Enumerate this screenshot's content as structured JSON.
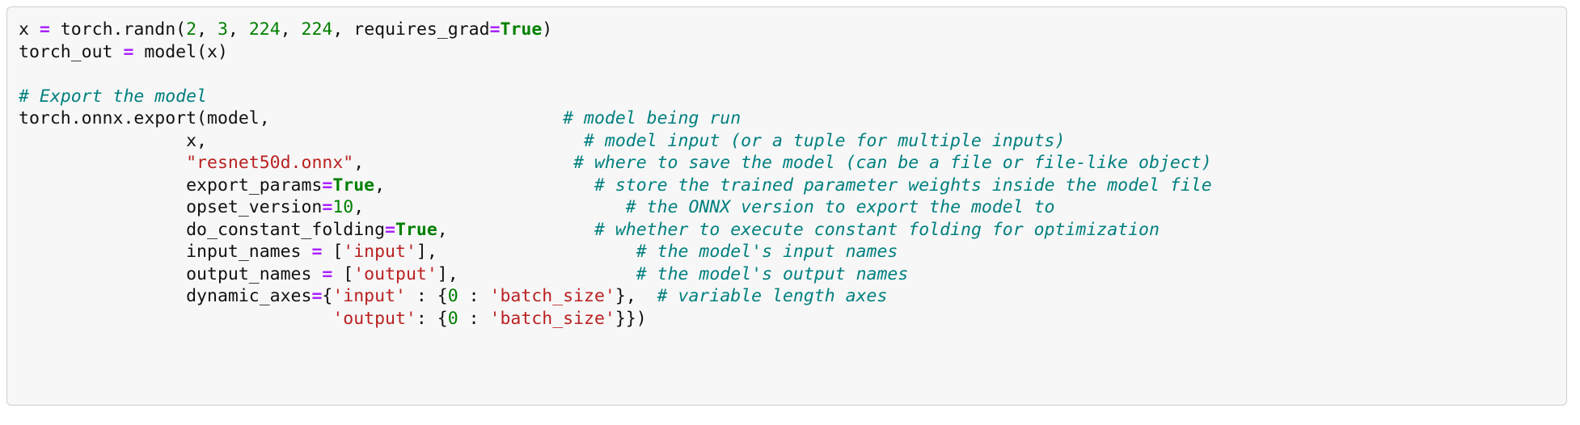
{
  "code_block": {
    "language": "python",
    "background_color": "#F7F7F7",
    "border_color": "#CFCFCF",
    "colors": {
      "text": "#111111",
      "operator": "#AA22FF",
      "number": "#008000",
      "keyword_constant": "#008000",
      "string": "#BA2121",
      "comment": "#007F7F"
    },
    "lines": [
      {
        "id": "line-1",
        "tokens": [
          {
            "t": "x ",
            "k": "n"
          },
          {
            "t": "=",
            "k": "o"
          },
          {
            "t": " torch.randn(",
            "k": "n"
          },
          {
            "t": "2",
            "k": "mi"
          },
          {
            "t": ", ",
            "k": "p"
          },
          {
            "t": "3",
            "k": "mi"
          },
          {
            "t": ", ",
            "k": "p"
          },
          {
            "t": "224",
            "k": "mi"
          },
          {
            "t": ", ",
            "k": "p"
          },
          {
            "t": "224",
            "k": "mi"
          },
          {
            "t": ", requires_grad",
            "k": "n"
          },
          {
            "t": "=",
            "k": "o"
          },
          {
            "t": "True",
            "k": "kc"
          },
          {
            "t": ")",
            "k": "p"
          }
        ]
      },
      {
        "id": "line-2",
        "tokens": [
          {
            "t": "torch_out ",
            "k": "n"
          },
          {
            "t": "=",
            "k": "o"
          },
          {
            "t": " model(x)",
            "k": "n"
          }
        ]
      },
      {
        "id": "line-3",
        "tokens": []
      },
      {
        "id": "line-4",
        "tokens": [
          {
            "t": "# Export the model",
            "k": "c"
          }
        ]
      },
      {
        "id": "line-5",
        "tokens": [
          {
            "t": "torch.onnx.export(model,",
            "k": "n"
          },
          {
            "t": "                            ",
            "k": "n"
          },
          {
            "t": "# model being run",
            "k": "c"
          }
        ]
      },
      {
        "id": "line-6",
        "tokens": [
          {
            "t": "                x,",
            "k": "n"
          },
          {
            "t": "                                    ",
            "k": "n"
          },
          {
            "t": "# model input (or a tuple for multiple inputs)",
            "k": "c"
          }
        ]
      },
      {
        "id": "line-7",
        "tokens": [
          {
            "t": "                ",
            "k": "n"
          },
          {
            "t": "\"resnet50d.onnx\"",
            "k": "s"
          },
          {
            "t": ",",
            "k": "p"
          },
          {
            "t": "                    ",
            "k": "n"
          },
          {
            "t": "# where to save the model (can be a file or file-like object)",
            "k": "c"
          }
        ]
      },
      {
        "id": "line-8",
        "tokens": [
          {
            "t": "                export_params",
            "k": "n"
          },
          {
            "t": "=",
            "k": "o"
          },
          {
            "t": "True",
            "k": "kc"
          },
          {
            "t": ",",
            "k": "p"
          },
          {
            "t": "                    ",
            "k": "n"
          },
          {
            "t": "# store the trained parameter weights inside the model file",
            "k": "c"
          }
        ]
      },
      {
        "id": "line-9",
        "tokens": [
          {
            "t": "                opset_version",
            "k": "n"
          },
          {
            "t": "=",
            "k": "o"
          },
          {
            "t": "10",
            "k": "mi"
          },
          {
            "t": ",",
            "k": "p"
          },
          {
            "t": "                         ",
            "k": "n"
          },
          {
            "t": "# the ONNX version to export the model to",
            "k": "c"
          }
        ]
      },
      {
        "id": "line-10",
        "tokens": [
          {
            "t": "                do_constant_folding",
            "k": "n"
          },
          {
            "t": "=",
            "k": "o"
          },
          {
            "t": "True",
            "k": "kc"
          },
          {
            "t": ",",
            "k": "p"
          },
          {
            "t": "              ",
            "k": "n"
          },
          {
            "t": "# whether to execute constant folding for optimization",
            "k": "c"
          }
        ]
      },
      {
        "id": "line-11",
        "tokens": [
          {
            "t": "                input_names ",
            "k": "n"
          },
          {
            "t": "=",
            "k": "o"
          },
          {
            "t": " [",
            "k": "p"
          },
          {
            "t": "'input'",
            "k": "s"
          },
          {
            "t": "],",
            "k": "p"
          },
          {
            "t": "                   ",
            "k": "n"
          },
          {
            "t": "# the model's input names",
            "k": "c"
          }
        ]
      },
      {
        "id": "line-12",
        "tokens": [
          {
            "t": "                output_names ",
            "k": "n"
          },
          {
            "t": "=",
            "k": "o"
          },
          {
            "t": " [",
            "k": "p"
          },
          {
            "t": "'output'",
            "k": "s"
          },
          {
            "t": "],",
            "k": "p"
          },
          {
            "t": "                 ",
            "k": "n"
          },
          {
            "t": "# the model's output names",
            "k": "c"
          }
        ]
      },
      {
        "id": "line-13",
        "tokens": [
          {
            "t": "                dynamic_axes",
            "k": "n"
          },
          {
            "t": "=",
            "k": "o"
          },
          {
            "t": "{",
            "k": "p"
          },
          {
            "t": "'input'",
            "k": "s"
          },
          {
            "t": " : {",
            "k": "p"
          },
          {
            "t": "0",
            "k": "mi"
          },
          {
            "t": " : ",
            "k": "p"
          },
          {
            "t": "'batch_size'",
            "k": "s"
          },
          {
            "t": "},",
            "k": "p"
          },
          {
            "t": "  ",
            "k": "n"
          },
          {
            "t": "# variable length axes",
            "k": "c"
          }
        ]
      },
      {
        "id": "line-14",
        "tokens": [
          {
            "t": "                              ",
            "k": "n"
          },
          {
            "t": "'output'",
            "k": "s"
          },
          {
            "t": ": {",
            "k": "p"
          },
          {
            "t": "0",
            "k": "mi"
          },
          {
            "t": " : ",
            "k": "p"
          },
          {
            "t": "'batch_size'",
            "k": "s"
          },
          {
            "t": "}})",
            "k": "p"
          }
        ]
      }
    ]
  }
}
